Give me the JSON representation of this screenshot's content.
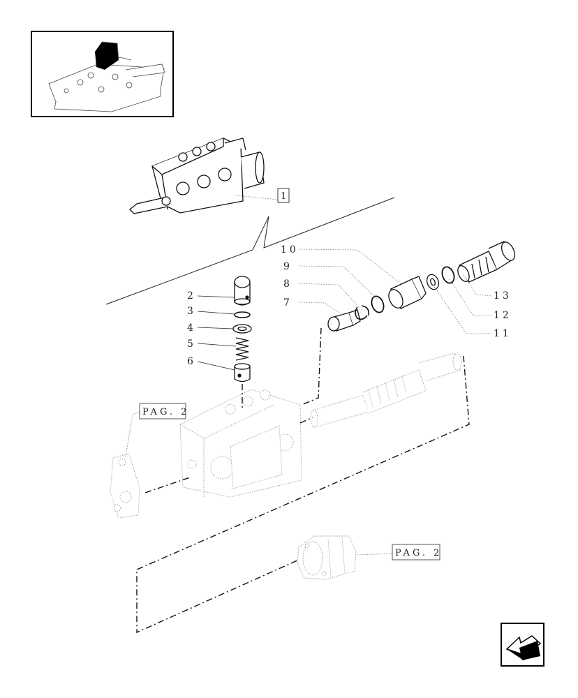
{
  "callouts": {
    "assembly_ref": "1",
    "parts": [
      {
        "id": "p2",
        "label": "2"
      },
      {
        "id": "p3",
        "label": "3"
      },
      {
        "id": "p4",
        "label": "4"
      },
      {
        "id": "p5",
        "label": "5"
      },
      {
        "id": "p6",
        "label": "6"
      },
      {
        "id": "p7",
        "label": "7"
      },
      {
        "id": "p8",
        "label": "8"
      },
      {
        "id": "p9",
        "label": "9"
      },
      {
        "id": "p10",
        "label": "10"
      },
      {
        "id": "p11",
        "label": "11"
      },
      {
        "id": "p12",
        "label": "12"
      },
      {
        "id": "p13",
        "label": "13"
      }
    ]
  },
  "page_refs": {
    "left": "PAG. 2",
    "bottom": "PAG. 2"
  },
  "icons": {
    "thumbnail": "tractor-lift-cover-thumbnail-icon",
    "nav": "back-arrow-icon"
  },
  "colors": {
    "line": "#111111",
    "ghost": "#9a9a9a",
    "thumb_block": "#000000"
  }
}
